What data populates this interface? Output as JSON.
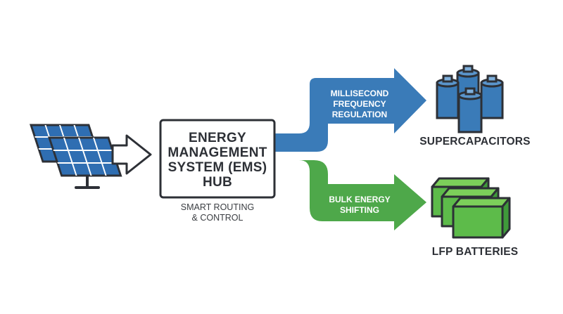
{
  "hub": {
    "title": "ENERGY\nMANAGEMENT\nSYSTEM (EMS)\nHUB",
    "subtitle": "SMART ROUTING\n& CONTROL"
  },
  "flows": {
    "fast": {
      "label": "MILLISECOND\nFREQUENCY\nREGULATION",
      "color": "#3a7bb8"
    },
    "bulk": {
      "label": "BULK ENERGY\nSHIFTING",
      "color": "#4ea84a"
    }
  },
  "destinations": {
    "supercapacitors": {
      "label": "SUPERCAPACITORS",
      "color": "#3a7bb8"
    },
    "lfp": {
      "label": "LFP BATTERIES",
      "color": "#5dbb4a"
    }
  },
  "source": {
    "icon": "solar-panel-icon",
    "color": "#2f6eb2"
  },
  "colors": {
    "outline": "#2d3036",
    "background": "#ffffff"
  }
}
